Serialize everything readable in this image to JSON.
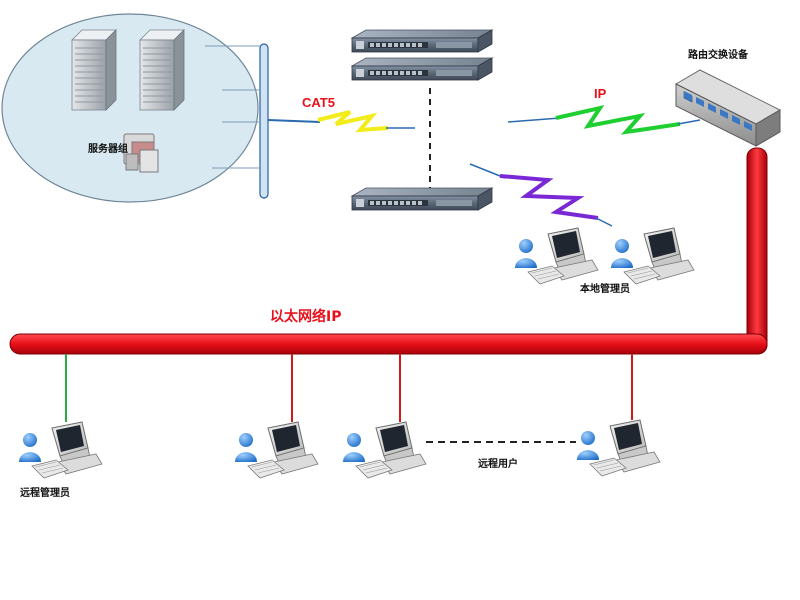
{
  "labels": {
    "server_group": "服务器组",
    "router": "路由交换设备",
    "cat5": "CAT5",
    "ip": "IP",
    "ethernet_ip": "以太网络IP",
    "local_admin": "本地管理员",
    "remote_admin": "远程管理员",
    "remote_user": "远程用户"
  },
  "colors": {
    "bus": "#e8101a",
    "bus_dark": "#b30009",
    "cat5_label": "#e8101a",
    "ip_label": "#e8101a",
    "ethernet_label": "#e8101a",
    "cat5_bolt": "#f2ec1a",
    "ip_bolt": "#1fcf32",
    "local_bolt": "#7a28d6",
    "server_ellipse": "#d8e9f2",
    "uplink_bar": "#cfe3f5",
    "green_drop": "#2aa84a",
    "red_drop": "#d31a1a"
  },
  "icons": {
    "server_group": "server-rack-icon",
    "switch": "rack-switch-icon",
    "router": "router-icon",
    "workstation": "workstation-with-user-icon"
  }
}
